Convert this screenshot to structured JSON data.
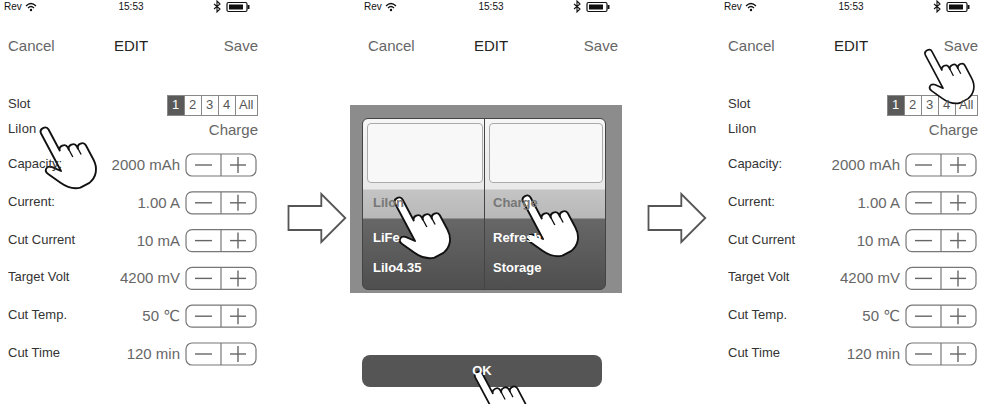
{
  "diagram": {
    "nodes": [
      {
        "text": [
          "Rev",
          "15:53",
          "Cancel",
          "EDIT",
          "Save",
          "Slot",
          "LiIon",
          "Charge",
          "Capacity:",
          "2000 mAh",
          "Current:",
          "1.00 A",
          "Cut Current",
          "10 mA",
          "Target Volt",
          "4200 mV",
          "Cut Temp.",
          "50 ℃",
          "Cut Time",
          "120 min"
        ]
      },
      {
        "text": [
          "1"
        ],
        "in": 0
      },
      {
        "text": [
          "2"
        ],
        "in": 0
      },
      {
        "text": [
          "3"
        ],
        "in": 0
      },
      {
        "text": [
          "4"
        ],
        "in": 0
      },
      {
        "text": [
          "All"
        ],
        "in": 0
      },
      {
        "text": [
          "Rev",
          "15:53",
          "Cancel",
          "EDIT",
          "Save"
        ]
      },
      {
        "text": [
          "LiIon",
          "Charge",
          "LiFe",
          "Refresh",
          "LiIo4.35",
          "Storage"
        ],
        "in": 6
      },
      {
        "text": [
          "OK"
        ],
        "in": 6
      },
      {
        "text": [
          "Rev",
          "15:53",
          "Cancel",
          "EDIT",
          "Save",
          "Slot",
          "LiIon",
          "Charge",
          "Capacity:",
          "2000 mAh",
          "Current:",
          "1.00 A",
          "Cut Current",
          "10 mA",
          "Target Volt",
          "4200 mV",
          "Cut Temp.",
          "50 ℃",
          "Cut Time",
          "120 min"
        ]
      },
      {
        "text": [
          "1"
        ],
        "in": 9
      },
      {
        "text": [
          "2"
        ],
        "in": 9
      },
      {
        "text": [
          "3"
        ],
        "in": 9
      },
      {
        "text": [
          "4"
        ],
        "in": 9
      },
      {
        "text": [
          "All"
        ],
        "in": 9
      }
    ],
    "edges": [
      {
        "from": 0,
        "to": 6,
        "arrow": "to"
      },
      {
        "from": 6,
        "to": 9,
        "arrow": "to"
      }
    ]
  }
}
